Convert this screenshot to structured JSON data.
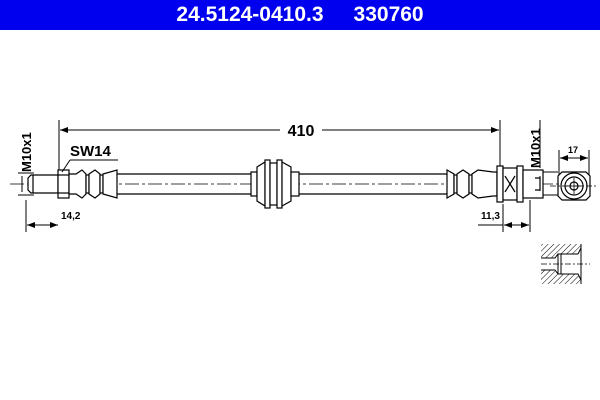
{
  "header": {
    "part_number": "24.5124-0410.3",
    "ref_number": "330760",
    "background": "#0000ee"
  },
  "drawing": {
    "overall_length": "410",
    "wrench_size": "SW14",
    "left_thread": "M10x1",
    "right_thread": "M10x1",
    "left_fitting_length": "14,2",
    "right_fitting_length": "11,3",
    "end_view_width": "17"
  }
}
